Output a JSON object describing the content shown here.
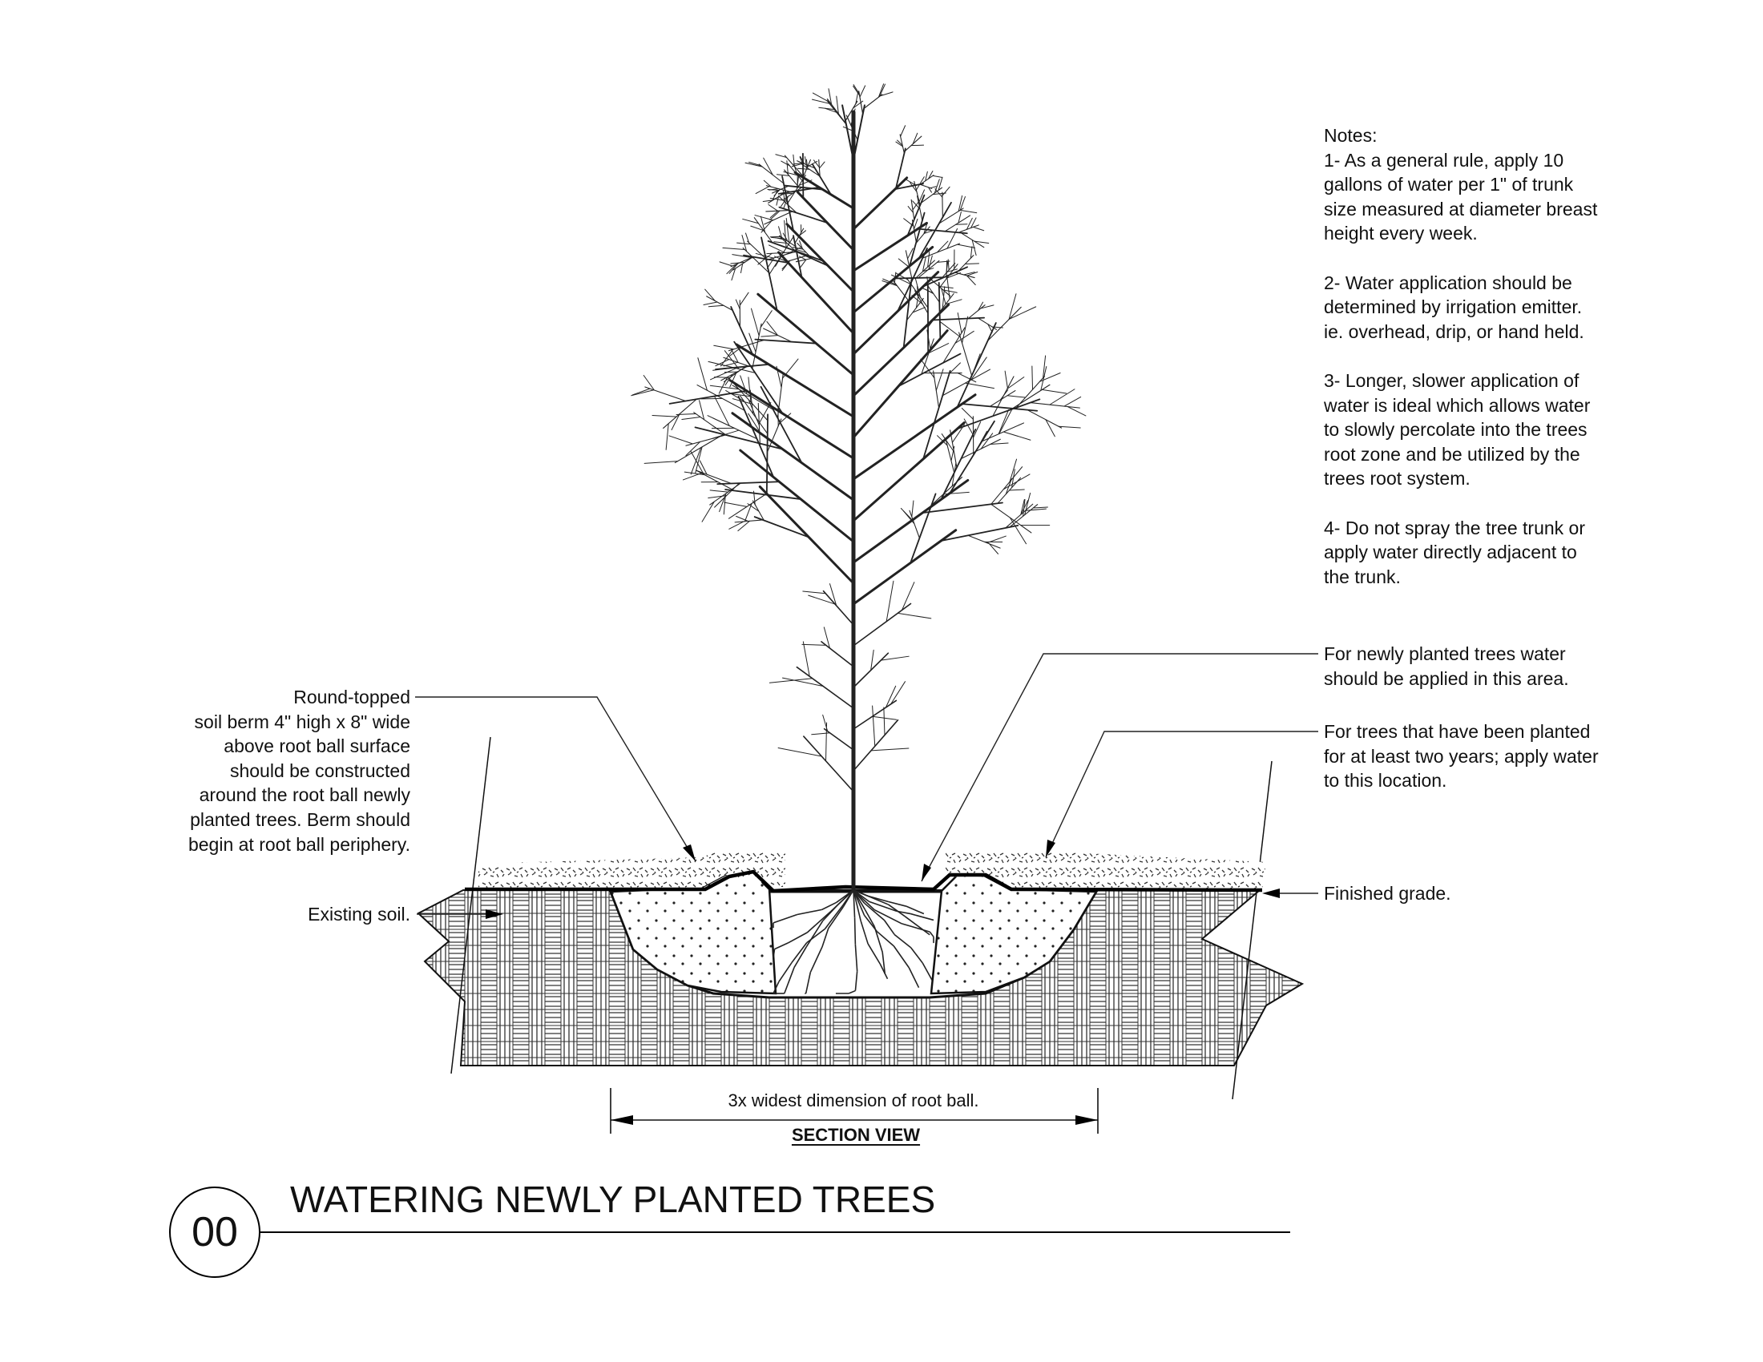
{
  "notes": {
    "heading": "Notes:",
    "items": [
      [
        "1- As a general rule, apply 10",
        "gallons of water per 1\" of trunk",
        "size measured at diameter breast",
        "height every week."
      ],
      [
        "2- Water application should be",
        "determined by irrigation emitter.",
        "ie. overhead, drip, or hand held."
      ],
      [
        "3- Longer, slower application of",
        "water is ideal which allows water",
        "to slowly percolate into the trees",
        "root zone and be utilized by the",
        "trees root system."
      ],
      [
        "4- Do not spray the tree trunk or",
        "apply water directly adjacent to",
        "the trunk."
      ]
    ]
  },
  "callouts": {
    "berm": [
      "Round-topped",
      "soil berm 4\" high x 8\" wide",
      "above root ball surface",
      "should be constructed",
      "around the root ball newly",
      "planted trees. Berm should",
      "begin at root ball periphery."
    ],
    "existing_soil": "Existing soil.",
    "newly_planted": [
      "For newly planted trees water",
      "should be applied in this area."
    ],
    "established": [
      "For trees that have been planted",
      "for at least two years; apply water",
      "to this location."
    ],
    "finished_grade": "Finished grade."
  },
  "dimension": "3x widest dimension of root ball.",
  "section_label": "SECTION VIEW",
  "detail_number": "00",
  "detail_title": "WATERING NEWLY PLANTED TREES"
}
